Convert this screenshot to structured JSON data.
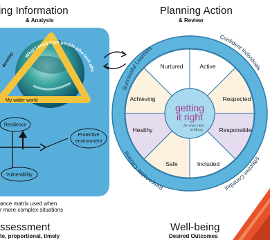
{
  "left": {
    "title": "ing Information",
    "subtitle": "& Analysis",
    "triangle_labels": {
      "top_arc": "What I need from people who look after me",
      "left_partial": "develop",
      "bottom": "My wider world"
    },
    "matrix": {
      "resilience": "Resilience",
      "vulnerability": "Vulnerability",
      "protective_line1": "Protective",
      "protective_line2": "environment"
    },
    "caption_line1": "ance matrix used when",
    "caption_line2": "r more complex situations",
    "bottom_title": "ssessment",
    "bottom_subtitle": "te, proportional, timely"
  },
  "right": {
    "title": "Planning Action",
    "subtitle": "& Review",
    "ring": {
      "successful": "Successful Learners",
      "confident": "Confident Individuals",
      "effective": "Effective Contributors",
      "responsible": "Responsible Citizens"
    },
    "segments": [
      "Nurtured",
      "Active",
      "Respected",
      "Responsible",
      "Included",
      "Safe",
      "Healthy",
      "Achieving"
    ],
    "center": {
      "line1": "getting",
      "line2": "it right",
      "line3": "for every child",
      "line4": "in Moray"
    },
    "bottom_title": "Well-being",
    "bottom_subtitle": "Desired Outcomes"
  },
  "colors": {
    "panel_blue": "#58aedb",
    "ring_blue": "#5db4dc",
    "nurtured": "#ffffff",
    "active": "#fdf2e0",
    "respected": "#e6dcef",
    "responsible": "#ffffff",
    "included": "#fdf2e0",
    "safe": "#e6dcef",
    "healthy": "#fdf2e0",
    "achieving": "#ffffff",
    "getting_it_right": "#a03d8e",
    "triangle": "#f2c43d",
    "accent_orange": "#e8522a"
  }
}
